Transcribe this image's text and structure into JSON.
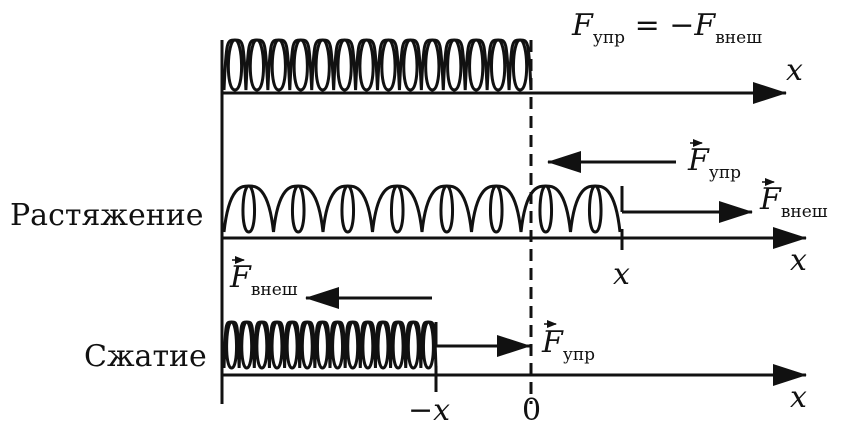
{
  "colors": {
    "ink": "#111111",
    "background": "#ffffff"
  },
  "top_formula": {
    "main": "F",
    "sub1": "упр",
    "eq": " = −",
    "main2": "F",
    "sub2": "внеш"
  },
  "axis_label": "x",
  "row_labels": {
    "stretch": "Растяжение",
    "compress": "Сжатие"
  },
  "force_labels": {
    "elastic_main": "F",
    "elastic_sub": "упр",
    "external_main": "F",
    "external_sub": "внеш"
  },
  "tick_labels": {
    "x_pos": "x",
    "x_neg": "−x",
    "zero": "0"
  }
}
